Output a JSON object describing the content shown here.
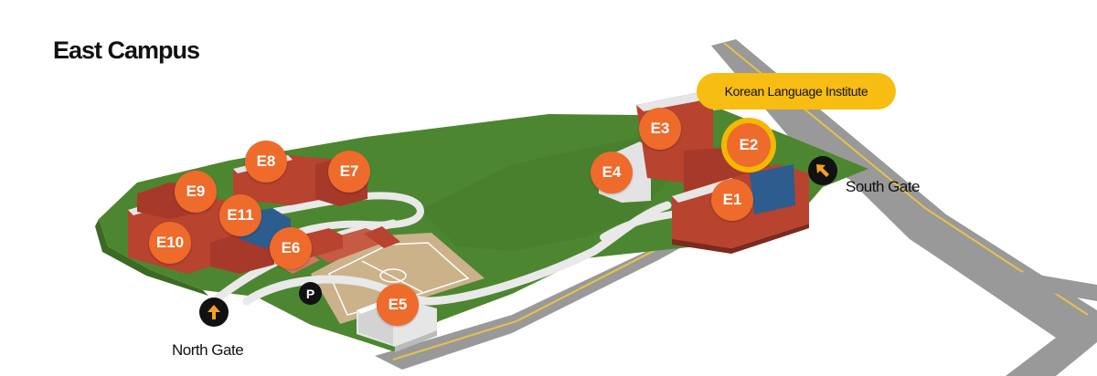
{
  "title": "East Campus",
  "institute_label": "Korean Language Institute",
  "parking_label": "P",
  "gates": {
    "north": "North Gate",
    "south": "South Gate"
  },
  "buildings": [
    "E1",
    "E2",
    "E3",
    "E4",
    "E5",
    "E6",
    "E7",
    "E8",
    "E9",
    "E10",
    "E11"
  ],
  "colors": {
    "marker": "#ee6b2b",
    "highlight": "#f4b800",
    "lawn": "#4e8a2f",
    "road": "#9a9a9a",
    "brick": "#b8432e"
  },
  "icons": {
    "north_gate": "arrow-up-icon",
    "south_gate": "arrow-up-left-icon"
  }
}
